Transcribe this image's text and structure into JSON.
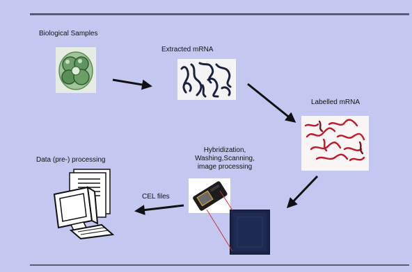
{
  "labels": {
    "biological_samples": "Biological Samples",
    "extracted_mrna": "Extracted mRNA",
    "labelled_mrna": "Labelled mRNA",
    "hybridization_line1": "Hybridization,",
    "hybridization_line2": "Washing,Scanning,",
    "hybridization_line3": "image processing",
    "data_processing": "Data (pre-) processing",
    "cel_files": "CEL files"
  },
  "colors": {
    "background": "#c4c8f0",
    "rule": "#5a5a72",
    "arrow": "#111111",
    "mrna_extracted": "#1a2240",
    "mrna_labelled": "#c0182a",
    "array_chip": "#1a2448",
    "cell_green": "#4f8f4f"
  },
  "icons": [
    "cell-cluster-icon",
    "mrna-strands-icon",
    "labelled-mrna-icon",
    "scanner-icon",
    "microarray-chip-icon",
    "computer-icon"
  ]
}
